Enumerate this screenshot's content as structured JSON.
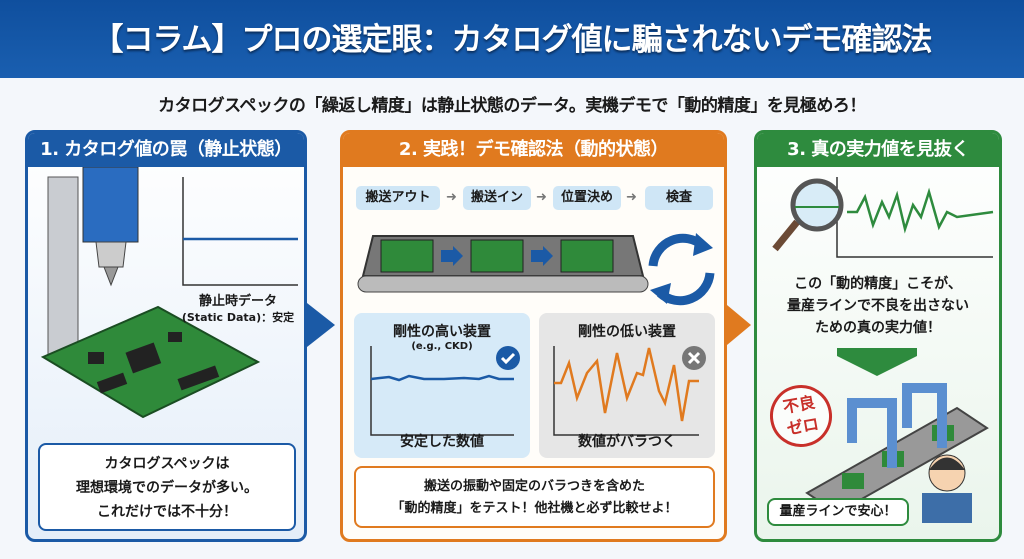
{
  "header": {
    "title": "【コラム】プロの選定眼：カタログ値に騙されないデモ確認法"
  },
  "subtitle": "カタログスペックの「繰返し精度」は静止状態のデータ。実機デモで「動的精度」を見極めろ！",
  "colors": {
    "blue": "#1b5aa6",
    "orange": "#e07a1f",
    "green": "#2e8b3e"
  },
  "panel1": {
    "title": "1. カタログ値の罠（静止状態）",
    "graph_label": "静止時データ",
    "graph_sublabel": "(Static Data)：安定",
    "note_lines": [
      "カタログスペックは",
      "理想環境でのデータが多い。",
      "これだけでは不十分！"
    ]
  },
  "panel2": {
    "title": "2. 実践！デモ確認法（動的状態）",
    "steps": [
      "搬送アウト",
      "搬送イン",
      "位置決め",
      "検査"
    ],
    "high": {
      "title": "剛性の高い装置",
      "example": "(e.g., CKD)",
      "caption": "安定した数値"
    },
    "low": {
      "title": "剛性の低い装置",
      "caption": "数値がバラつく"
    },
    "note_lines": [
      "搬送の振動や固定のバラつきを含めた",
      "「動的精度」をテスト！他社機と必ず比較せよ！"
    ]
  },
  "panel3": {
    "title": "3. 真の実力値を見抜く",
    "text_lines": [
      "この「動的精度」こそが、",
      "量産ラインで不良を出さない",
      "ための真の実力値！"
    ],
    "stamp": [
      "不良",
      "ゼロ"
    ],
    "speech": "量産ラインで安心！"
  }
}
